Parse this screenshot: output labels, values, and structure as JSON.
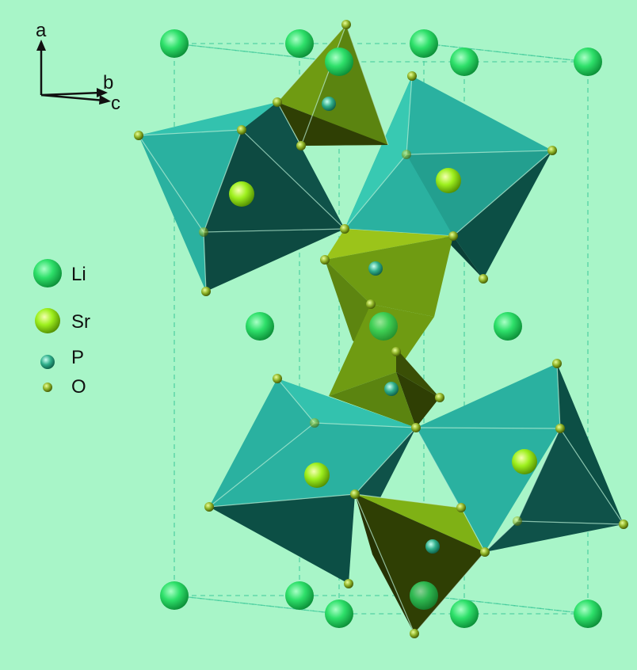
{
  "colors": {
    "background": "#a8f5c8",
    "li_atom": "#2ee06a",
    "sr_atom": "#9ef01e",
    "p_atom": "#2fae8a",
    "o_atom": "#8fb328",
    "sr_polyhedron_light": "#2ab1a0",
    "sr_polyhedron_dark": "#0c4f45",
    "p_tetrahedron_light": "#6f9b12",
    "p_tetrahedron_dark": "#2f3f04",
    "unit_cell_edge": "#3fc99a",
    "axis_arrow": "#111111"
  },
  "axes": {
    "a": "a",
    "b": "b",
    "c": "c"
  },
  "legend": [
    {
      "element": "Li",
      "color": "#2ee06a",
      "icon": "li-sphere-icon"
    },
    {
      "element": "Sr",
      "color": "#9ef01e",
      "icon": "sr-sphere-icon"
    },
    {
      "element": "P",
      "color": "#2fae8a",
      "icon": "p-sphere-icon"
    },
    {
      "element": "O",
      "color": "#8fb328",
      "icon": "o-sphere-icon"
    }
  ]
}
